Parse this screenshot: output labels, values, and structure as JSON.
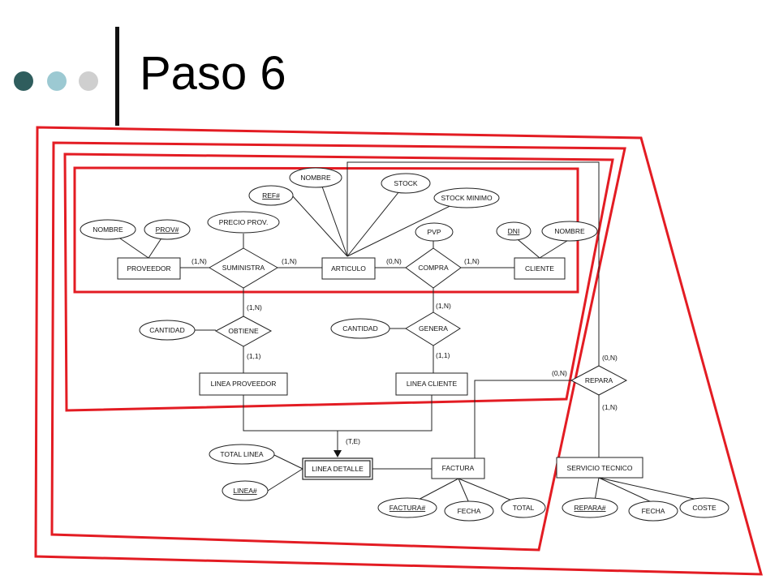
{
  "slide": {
    "title": "Paso 6",
    "colors": {
      "dot_dark": "#2f5d5d",
      "dot_mid": "#9cc9d2",
      "dot_light": "#cfcfcf",
      "boundary": "#e31c23"
    }
  },
  "entities": {
    "proveedor": "PROVEEDOR",
    "articulo": "ARTICULO",
    "cliente": "CLIENTE",
    "linea_proveedor": "LINEA PROVEEDOR",
    "linea_cliente": "LINEA CLIENTE",
    "linea_detalle": "LINEA DETALLE",
    "factura": "FACTURA",
    "servicio_tecnico": "SERVICIO TECNICO"
  },
  "relationships": {
    "suministra": "SUMINISTRA",
    "compra": "COMPRA",
    "obtiene": "OBTIENE",
    "genera": "GENERA",
    "repara": "REPARA"
  },
  "attributes": {
    "nombre_art": "NOMBRE",
    "ref": "REF#",
    "stock": "STOCK",
    "stock_minimo": "STOCK MINIMO",
    "nombre_prov": "NOMBRE",
    "prov": "PROV#",
    "precio_prov": "PRECIO PROV.",
    "pvp": "PVP",
    "dni": "DNI",
    "nombre_cli": "NOMBRE",
    "cantidad_1": "CANTIDAD",
    "cantidad_2": "CANTIDAD",
    "total_linea": "TOTAL LINEA",
    "linea": "LINEA#",
    "factura_num": "FACTURA#",
    "fecha_fact": "FECHA",
    "total": "TOTAL",
    "repara_num": "REPARA#",
    "fecha_rep": "FECHA",
    "coste": "COSTE"
  },
  "cardinalities": {
    "prov_sum": "(1,N)",
    "sum_art": "(1,N)",
    "art_compra": "(0,N)",
    "compra_cli": "(1,N)",
    "sum_obtiene": "(1,N)",
    "obtiene_lp": "(1,1)",
    "compra_genera": "(1,N)",
    "genera_lc": "(1,1)",
    "art_repara": "(0,N)",
    "fact_repara": "(0,N)",
    "repara_st": "(1,N)",
    "hierarchy": "(T,E)"
  }
}
